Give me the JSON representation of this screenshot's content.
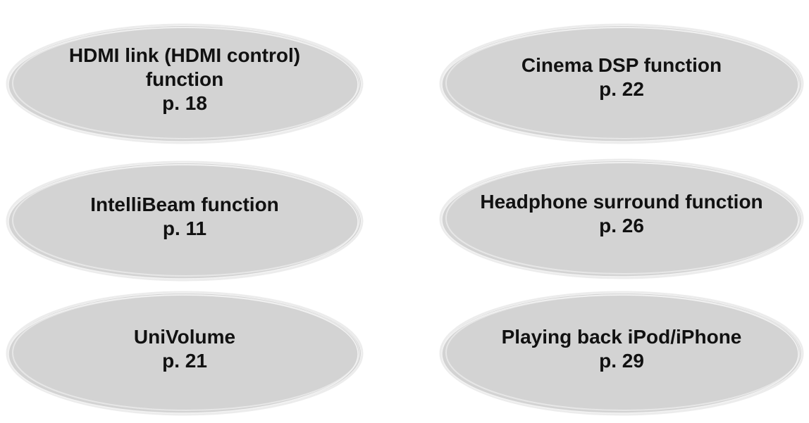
{
  "colors": {
    "oval_fill": "#d3d3d3",
    "oval_stroke": "#efefef",
    "text": "#111111"
  },
  "items": [
    {
      "title_lines": [
        "HDMI link (HDMI control)",
        "function"
      ],
      "page": "p. 18"
    },
    {
      "title_lines": [
        "Cinema DSP function"
      ],
      "page": "p. 22"
    },
    {
      "title_lines": [
        "IntelliBeam function"
      ],
      "page": "p. 11"
    },
    {
      "title_lines": [
        "Headphone surround function"
      ],
      "page": "p. 26"
    },
    {
      "title_lines": [
        "UniVolume"
      ],
      "page": "p. 21"
    },
    {
      "title_lines": [
        "Playing back iPod/iPhone"
      ],
      "page": "p. 29"
    }
  ]
}
